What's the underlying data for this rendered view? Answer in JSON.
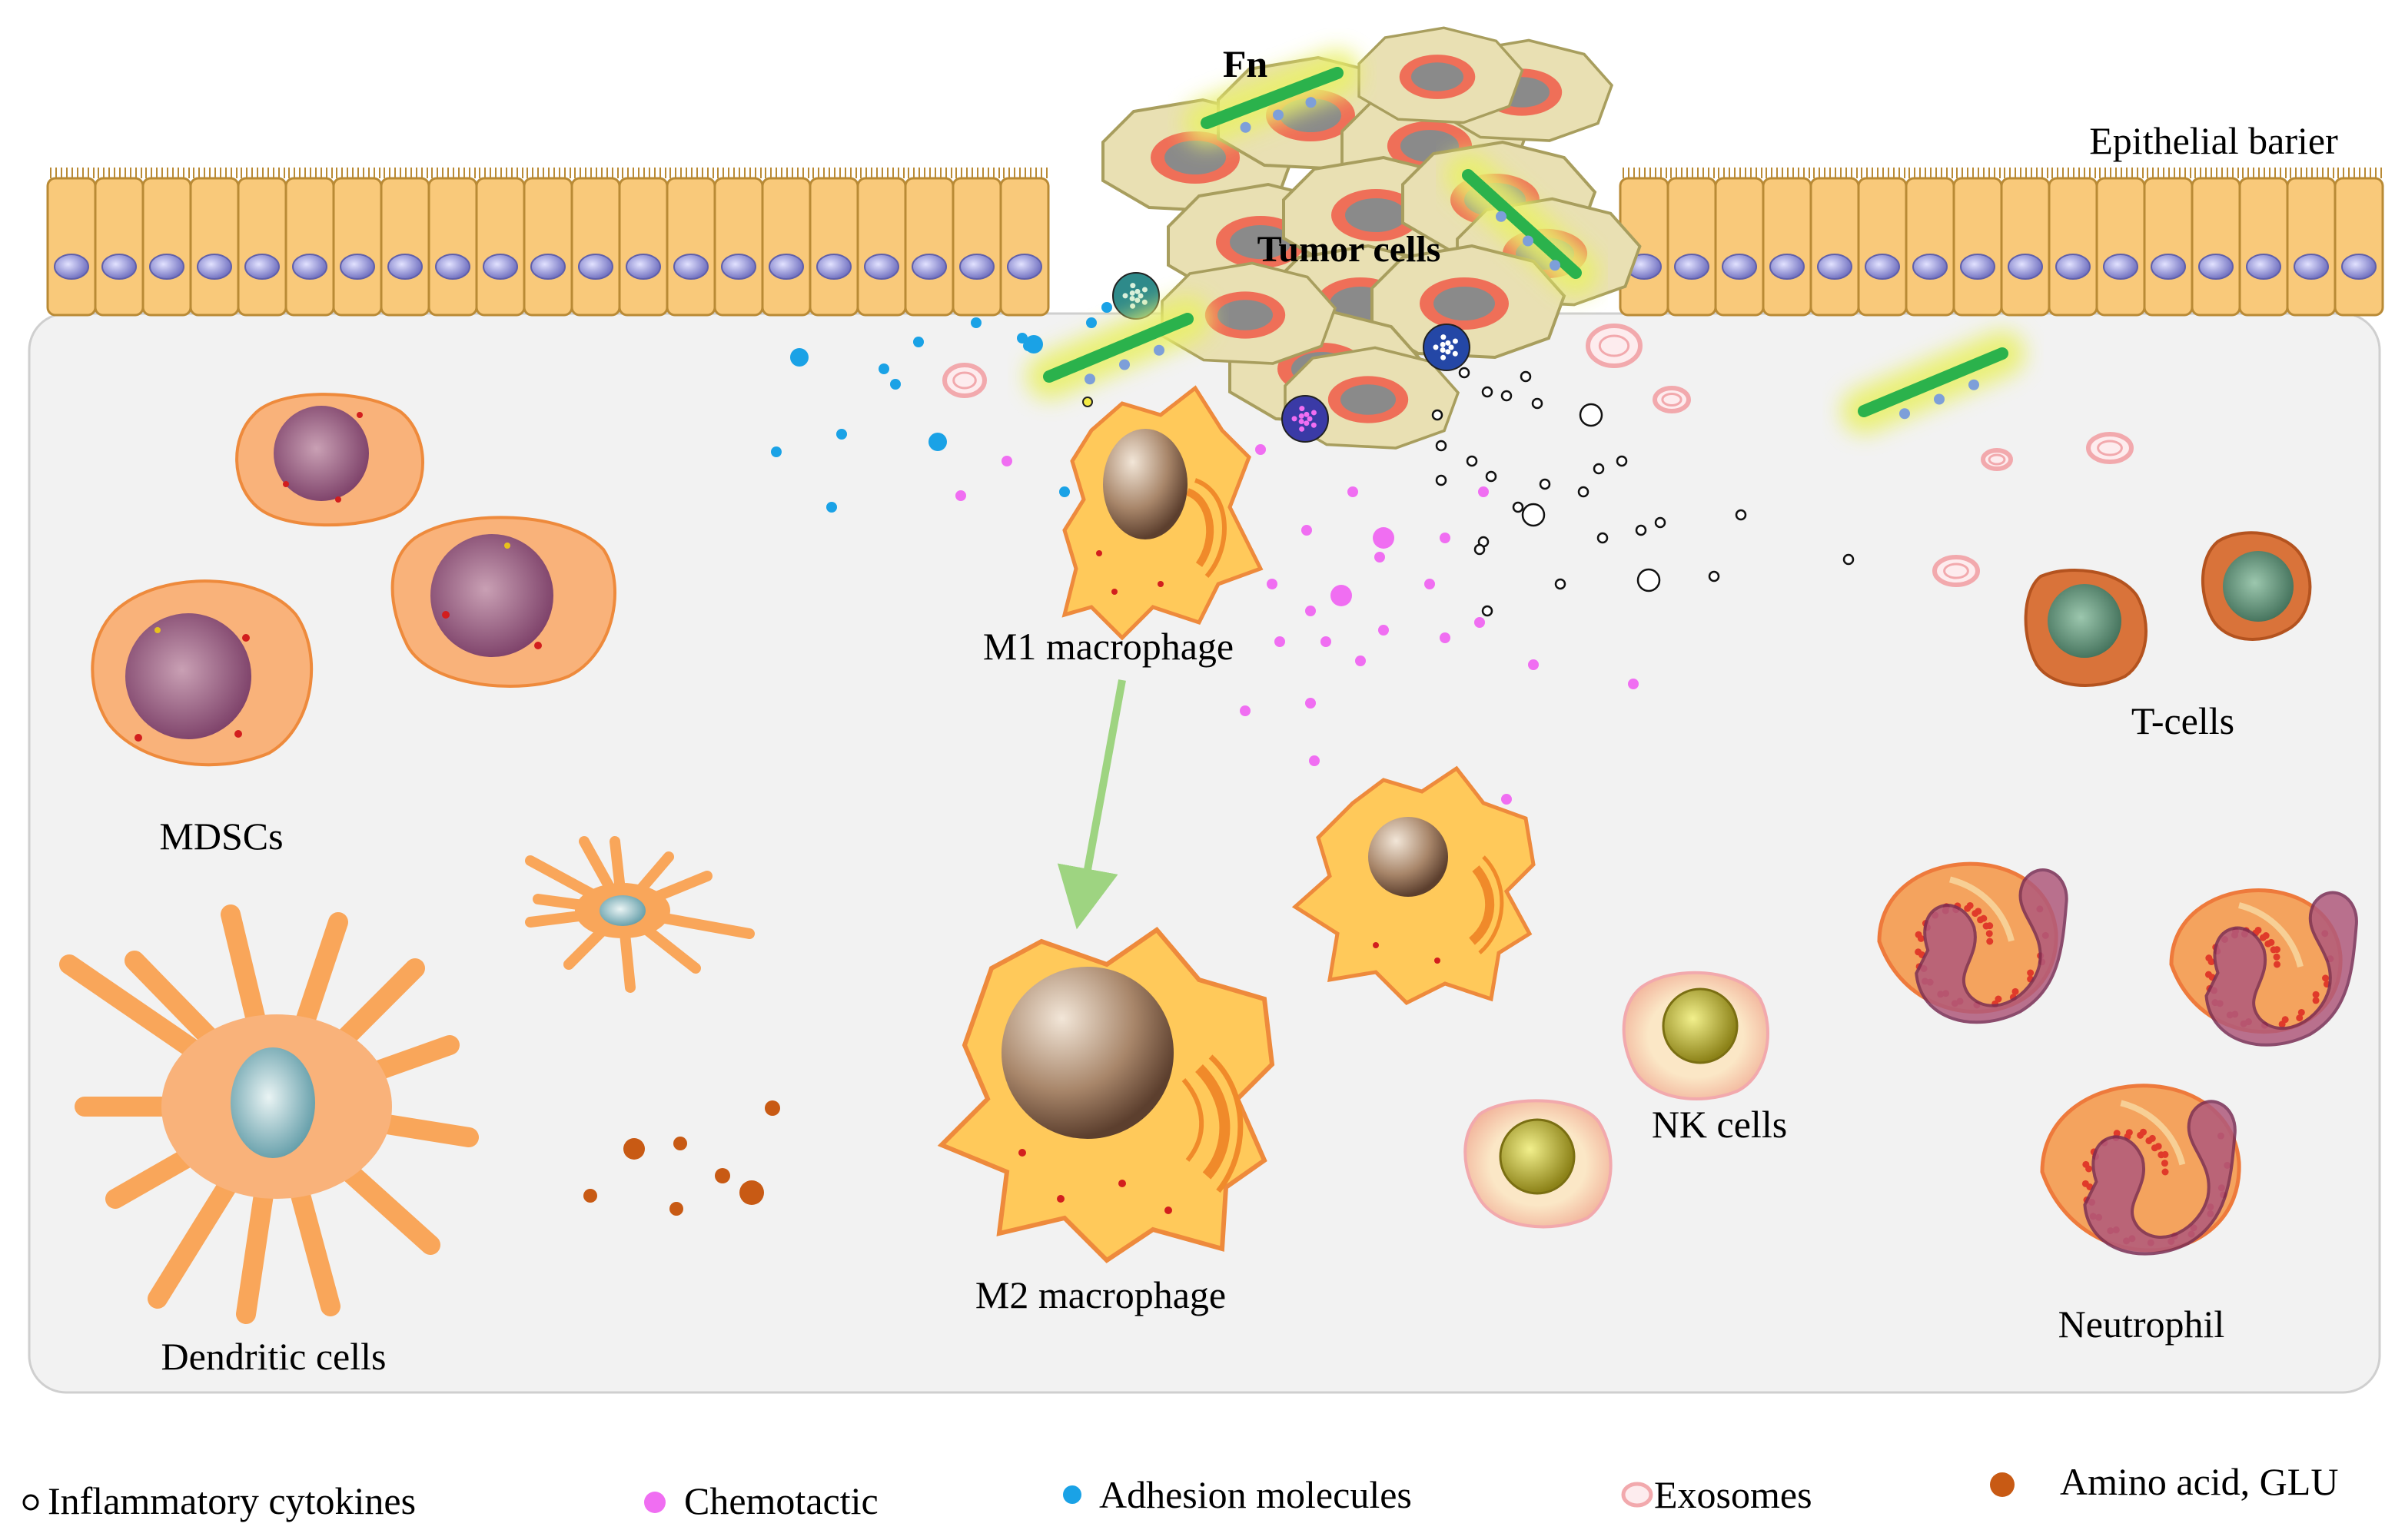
{
  "labels": {
    "fn": "Fn",
    "tumor_cells": "Tumor cells",
    "epithelial_barrier": "Epithelial barier",
    "mdscs": "MDSCs",
    "m1_macrophage": "M1 macrophage",
    "m2_macrophage": "M2 macrophage",
    "dendritic_cells": "Dendritic cells",
    "t_cells": "T-cells",
    "nk_cells": "NK cells",
    "neutrophil": "Neutrophil"
  },
  "legend": [
    {
      "label": "Inflammatory cytokines",
      "icon": "hollow-circle-icon"
    },
    {
      "label": "Chemotactic",
      "icon": "magenta-dot-icon"
    },
    {
      "label": "Adhesion molecules",
      "icon": "blue-dot-icon"
    },
    {
      "label": "Exosomes",
      "icon": "pink-ring-icon"
    },
    {
      "label": "Amino acid, GLU",
      "icon": "brown-dot-icon"
    }
  ],
  "colors": {
    "epithelium": "#f9c97a",
    "epithelium_nucleus": "#9b9bd6",
    "tumor_cell": "#e9e0b3",
    "tumor_nucleus_ring": "#ef6f58",
    "tumor_nucleus": "#8a8a8a",
    "fibronectin": "#2bb24c",
    "fn_glow": "#e9f06a",
    "macrophage": "#ffc95a",
    "macrophage_nucleus": "#9a7a5c",
    "mdsc_cell": "#f9b27a",
    "mdsc_nucleus": "#8c5a78",
    "dendritic": "#f9a65a",
    "t_cell": "#d9733a",
    "t_cell_nucleus": "#5d8e74",
    "nk_cell": "#f7dcb2",
    "nk_nucleus": "#b5a92a",
    "neutrophil": "#f4a35e",
    "chemotactic": "#f06ef2",
    "adhesion": "#1aa2e6",
    "amino_acid": "#c85a14",
    "exosome": "#f2a9ad",
    "arrow": "#9ed481",
    "panel": "#f2f2f2"
  }
}
